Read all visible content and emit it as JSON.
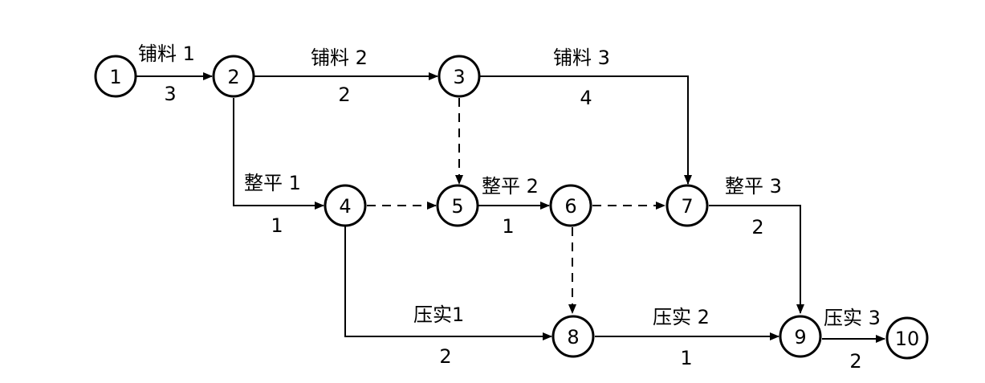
{
  "nodes": [
    "1",
    "2",
    "3",
    "4",
    "5",
    "6",
    "7",
    "8",
    "9",
    "10"
  ],
  "activities": [
    {
      "from": "1",
      "to": "2",
      "name": "铺料 1",
      "duration": "3"
    },
    {
      "from": "2",
      "to": "3",
      "name": "铺料 2",
      "duration": "2"
    },
    {
      "from": "3",
      "to": "7",
      "name": "铺料 3",
      "duration": "4"
    },
    {
      "from": "2",
      "to": "4",
      "name": "整平 1",
      "duration": "1"
    },
    {
      "from": "5",
      "to": "6",
      "name": "整平 2",
      "duration": "1"
    },
    {
      "from": "7",
      "to": "9",
      "name": "整平 3",
      "duration": "2"
    },
    {
      "from": "4",
      "to": "8",
      "name": "压实1",
      "duration": "2"
    },
    {
      "from": "8",
      "to": "9",
      "name": "压实 2",
      "duration": "1"
    },
    {
      "from": "9",
      "to": "10",
      "name": "压实 3",
      "duration": "2"
    }
  ],
  "dummy_activities": [
    {
      "from": "3",
      "to": "5"
    },
    {
      "from": "4",
      "to": "5"
    },
    {
      "from": "6",
      "to": "7"
    },
    {
      "from": "6",
      "to": "8"
    }
  ]
}
